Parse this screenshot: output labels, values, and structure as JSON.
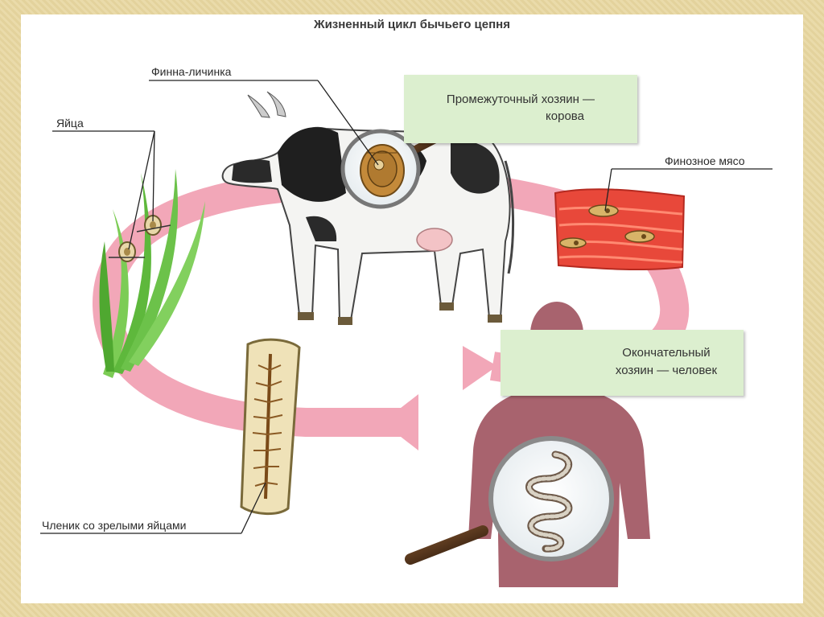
{
  "title": "Жизненный цикл бычьего цепня",
  "labels": {
    "finna": "Финна-личинка",
    "eggs": "Яйца",
    "meat": "Финозное мясо",
    "segment": "Членик со зрелыми яйцами"
  },
  "boxes": {
    "intermediate_line1": "Промежуточный хозяин —",
    "intermediate_line2": "корова",
    "definitive_line1": "Окончательный",
    "definitive_line2": "хозяин — человек"
  },
  "colors": {
    "cycle_arrow": "#f2a7b8",
    "label_box": "#dcefcf",
    "human": "#a8636e",
    "muscle": "#e8483a",
    "grass": "#6cc24a",
    "frame": "#e9d9a6"
  }
}
